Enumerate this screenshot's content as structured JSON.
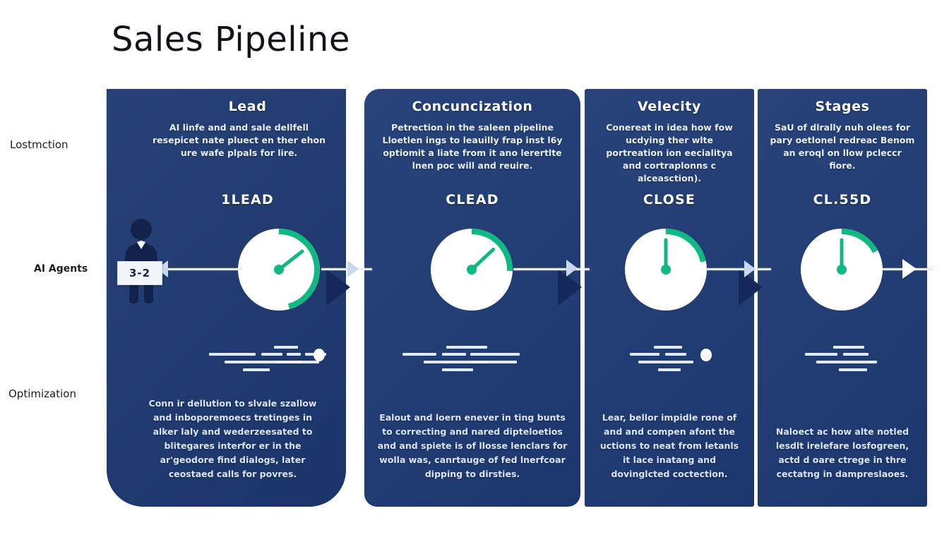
{
  "page": {
    "title": "Sales Pipeline",
    "background": "#ffffff",
    "card_color": "#1d3a74",
    "panel_color": "#dee7f2",
    "accent_color": "#10b981",
    "line_color": "#e9eef7"
  },
  "row_labels": [
    {
      "text": "Lostmction"
    },
    {
      "text": "AI Agents"
    },
    {
      "text": "Optimization"
    }
  ],
  "agent": {
    "badge_value": "3-2",
    "icon": "person-icon"
  },
  "columns": [
    {
      "title": "Lead",
      "description": "AI linfe and and sale dellfell resepicet nate pluect en ther ehon ure wafe plpals for lire.",
      "kpi": "1LEAD",
      "footer": "Conn ir dellution to slvale szallow and inboporemoecs tretinges in alker laly and wederzeesated to blitegares interfor er in the ar'geodore find dialogs, later ceostaed calls for povres.",
      "gauge": {
        "arc_start": 0,
        "arc_end": 165,
        "needle_angle": 52
      }
    },
    {
      "title": "Concuncization",
      "description": "Petrection in the saleen pipeline Lloetlen ings to leauilly frap inst l6y optiomit a liate from it ano lerertlte lnen poc will and reuire.",
      "kpi": "CLEAD",
      "footer": "Ealout and loern enever in ting bunts to correcting and nared dipteloetios and and spiete is of llosse lenclars for wolla was, canrtauge of fed lnerfcoar dipping to dirsties.",
      "gauge": {
        "arc_start": 0,
        "arc_end": 92,
        "needle_angle": 47
      }
    },
    {
      "title": "Velecity",
      "description": "Conereat in idea how fow ucdying ther wlte portreation ion eecialitya and cortraplonns c alceasction).",
      "kpi": "CLOSE",
      "footer": "Lear, bellor impidle rone of and and compen afont the uctions to neat from letanls it lace inatang and dovinglcted coctection.",
      "gauge": {
        "arc_start": 0,
        "arc_end": 78,
        "needle_angle": 0
      }
    },
    {
      "title": "Stages",
      "description": "SaU of dlrally nuh olees for pary oetlonel redreac Benom an eroql on llow pcleccr fiore.",
      "kpi": "CL.55D",
      "footer": "Naloect ac how alte notled lesdlt irelefare losfogreen, actd d oare ctrege in thre cectatng in dampreslaoes.",
      "gauge": {
        "arc_start": 0,
        "arc_end": 62,
        "needle_angle": 0
      }
    }
  ]
}
